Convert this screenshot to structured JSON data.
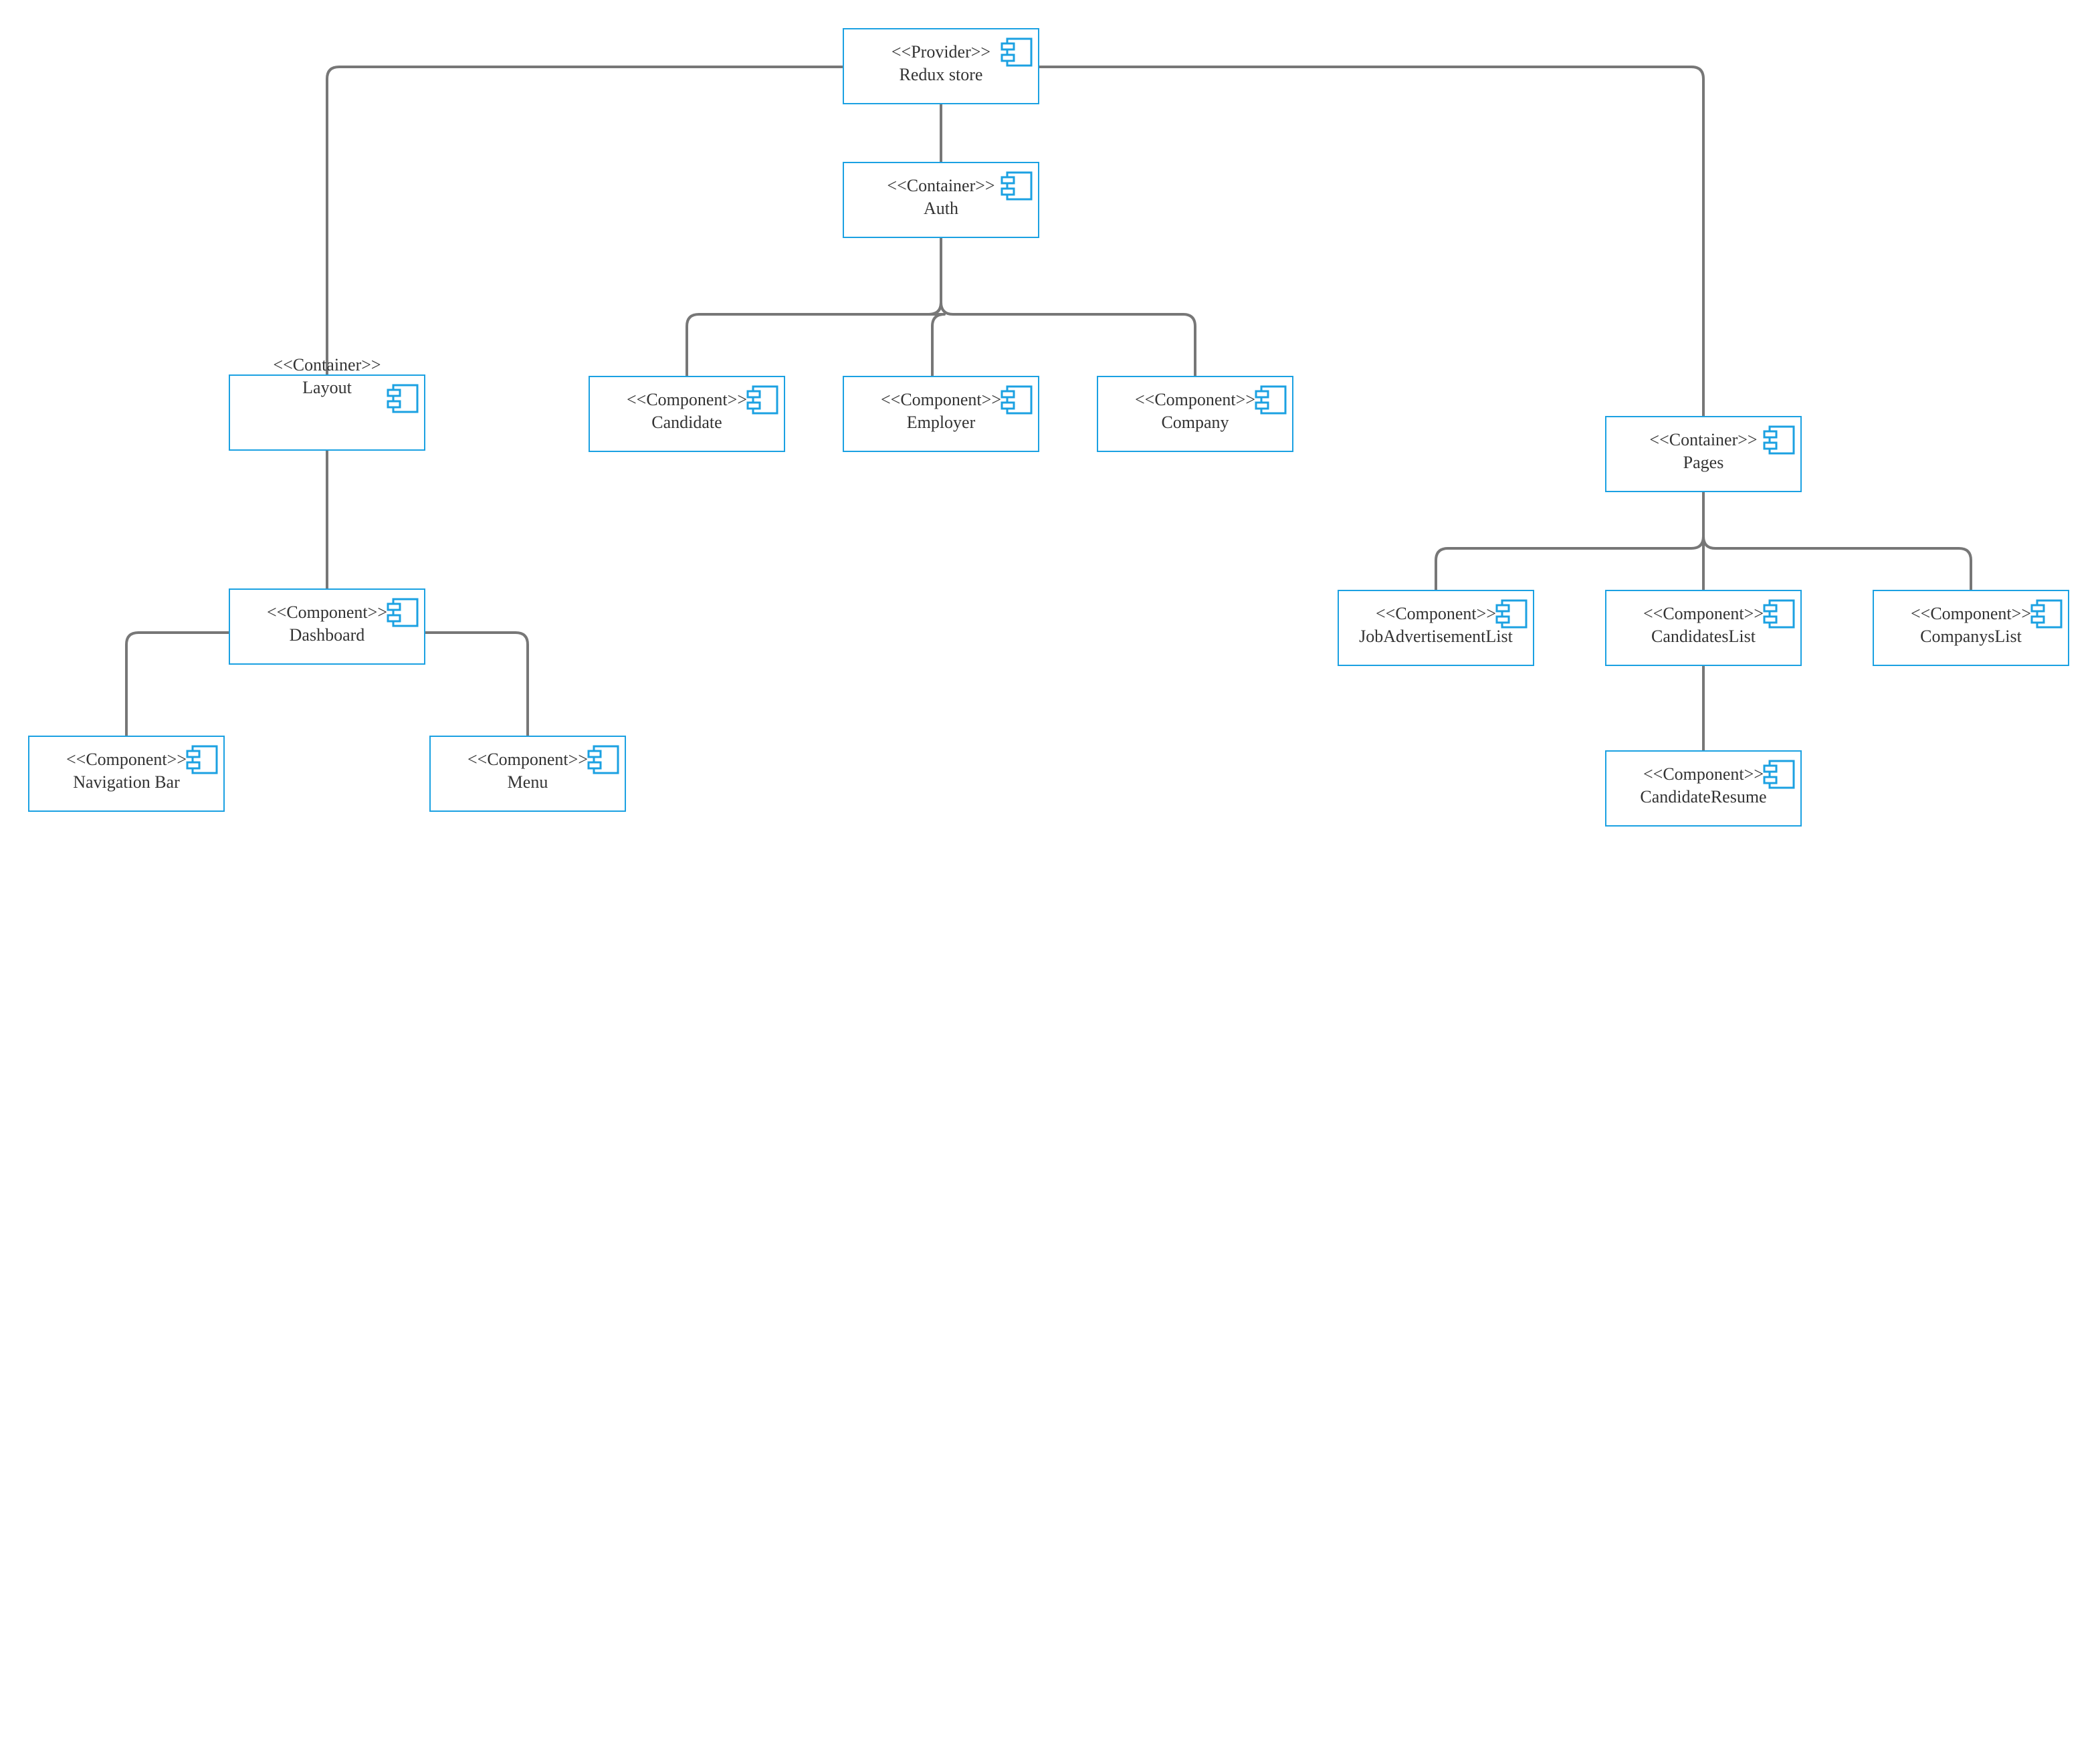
{
  "diagram": {
    "style": {
      "node_border": "#1ba1e2",
      "edge_color": "#777777",
      "text_color": "#333333"
    },
    "nodes": [
      {
        "id": "redux-store",
        "stereotype": "<<Provider>>",
        "name": "Redux store"
      },
      {
        "id": "auth",
        "stereotype": "<<Container>>",
        "name": "Auth"
      },
      {
        "id": "layout",
        "stereotype": "<<Container>>",
        "name": "Layout"
      },
      {
        "id": "candidate",
        "stereotype": "<<Component>>",
        "name": "Candidate"
      },
      {
        "id": "employer",
        "stereotype": "<<Component>>",
        "name": "Employer"
      },
      {
        "id": "company",
        "stereotype": "<<Component>>",
        "name": "Company"
      },
      {
        "id": "pages",
        "stereotype": "<<Container>>",
        "name": "Pages"
      },
      {
        "id": "dashboard",
        "stereotype": "<<Component>>",
        "name": "Dashboard"
      },
      {
        "id": "navigation-bar",
        "stereotype": "<<Component>>",
        "name": "Navigation Bar"
      },
      {
        "id": "menu",
        "stereotype": "<<Component>>",
        "name": "Menu"
      },
      {
        "id": "job-advertisement-list",
        "stereotype": "<<Component>>",
        "name": "JobAdvertisementList"
      },
      {
        "id": "candidates-list",
        "stereotype": "<<Component>>",
        "name": "CandidatesList"
      },
      {
        "id": "companys-list",
        "stereotype": "<<Component>>",
        "name": "CompanysList"
      },
      {
        "id": "candidate-resume",
        "stereotype": "<<Component>>",
        "name": "CandidateResume"
      }
    ],
    "edges": [
      {
        "from": "redux-store",
        "to": "auth"
      },
      {
        "from": "redux-store",
        "to": "layout"
      },
      {
        "from": "redux-store",
        "to": "pages"
      },
      {
        "from": "auth",
        "to": "candidate"
      },
      {
        "from": "auth",
        "to": "employer"
      },
      {
        "from": "auth",
        "to": "company"
      },
      {
        "from": "layout",
        "to": "dashboard"
      },
      {
        "from": "dashboard",
        "to": "navigation-bar"
      },
      {
        "from": "dashboard",
        "to": "menu"
      },
      {
        "from": "pages",
        "to": "job-advertisement-list"
      },
      {
        "from": "pages",
        "to": "candidates-list"
      },
      {
        "from": "pages",
        "to": "companys-list"
      },
      {
        "from": "candidates-list",
        "to": "candidate-resume"
      }
    ]
  }
}
